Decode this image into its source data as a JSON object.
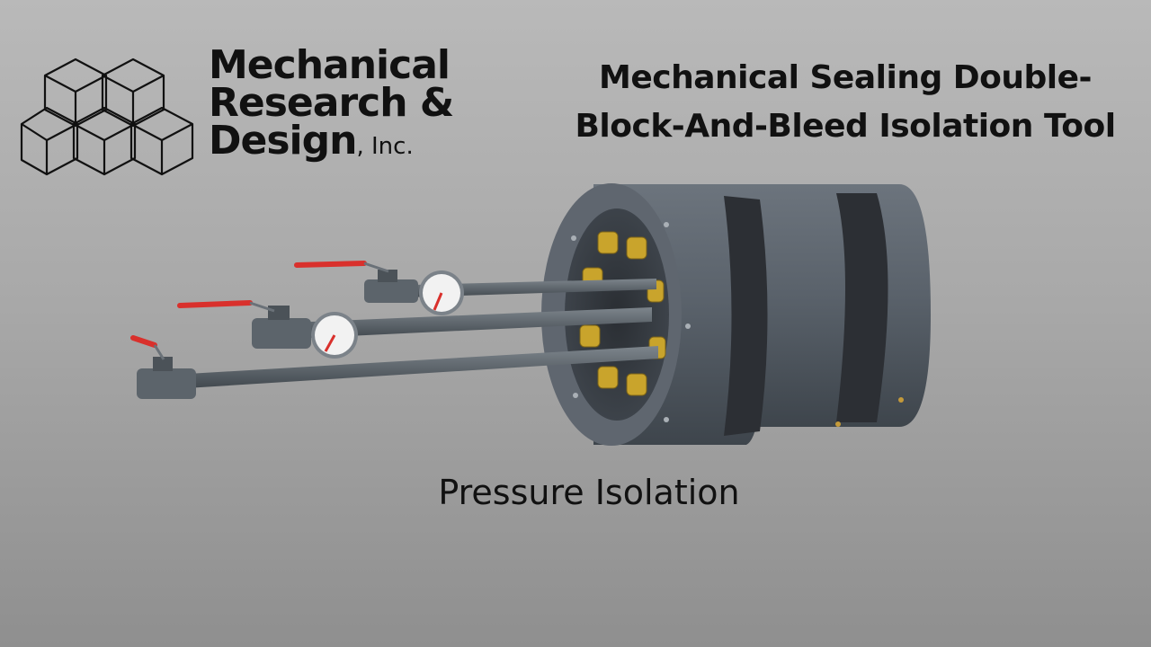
{
  "brand": {
    "line1": "Mechanical",
    "line2": "Research &",
    "line3": "Design",
    "suffix": ", Inc."
  },
  "title": {
    "line1": "Mechanical Sealing Double-",
    "line2": "Block-And-Bleed Isolation Tool"
  },
  "caption": "Pressure Isolation",
  "colors": {
    "background": "#a9a9a9",
    "tool_body": "#5e6670",
    "tool_band": "#2c2f34",
    "valve_handle": "#d9302c",
    "bolt": "#c9a42c",
    "text": "#111111"
  },
  "icons": {
    "logo": "hexagon-cube-lattice-icon",
    "gauge": "pressure-gauge-icon"
  }
}
